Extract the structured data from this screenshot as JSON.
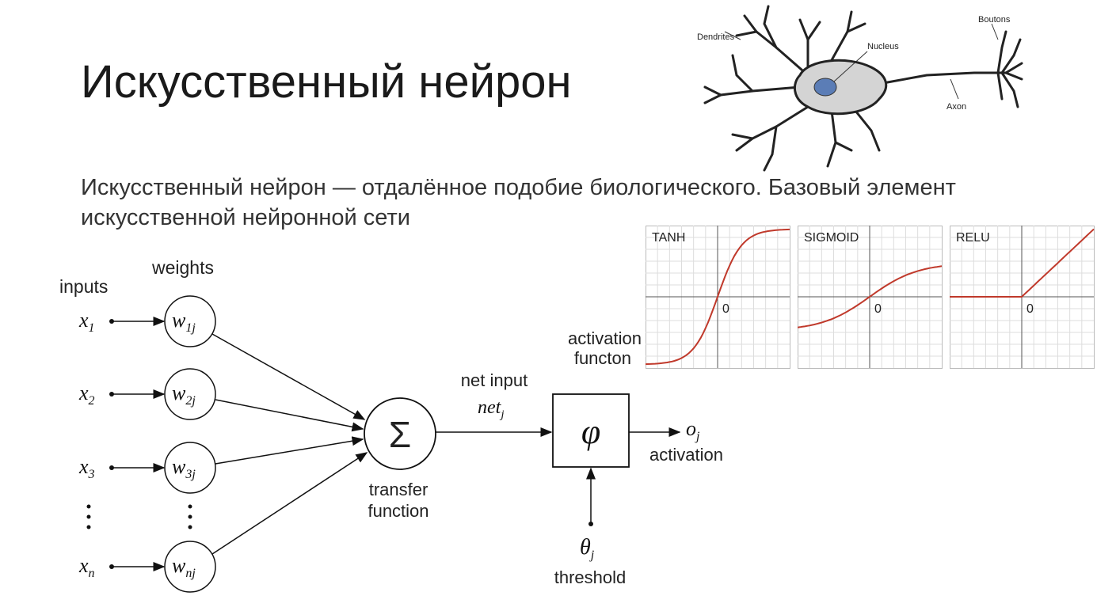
{
  "slide": {
    "title": "Искусственный нейрон",
    "subtitle": "Искусственный нейрон — отдалённое подобие биологического. Базовый элемент искусственной нейронной сети"
  },
  "neuron_sketch": {
    "dendrites": "Dendrites",
    "nucleus": "Nucleus",
    "boutons": "Boutons",
    "axon": "Axon",
    "body_color": "#d4d4d4",
    "nucleus_color": "#5b7db6"
  },
  "perceptron": {
    "inputs_label": "inputs",
    "weights_label": "weights",
    "inputs": [
      {
        "x": "x",
        "sub": "1",
        "w": "w",
        "wsub": "1j"
      },
      {
        "x": "x",
        "sub": "2",
        "w": "w",
        "wsub": "2j"
      },
      {
        "x": "x",
        "sub": "3",
        "w": "w",
        "wsub": "3j"
      },
      {
        "x": "x",
        "sub": "n",
        "w": "w",
        "wsub": "nj"
      }
    ],
    "sum_symbol": "Σ",
    "transfer_label_1": "transfer",
    "transfer_label_2": "function",
    "net_input_label": "net input",
    "net_symbol": "net",
    "net_sub": "j",
    "phi_symbol": "φ",
    "activation_function_label_1": "activation",
    "activation_function_label_2": "functon",
    "output_symbol": "o",
    "output_sub": "j",
    "activation_label": "activation",
    "threshold_symbol": "θ",
    "threshold_sub": "j",
    "threshold_label": "threshold"
  },
  "activation_plots": [
    {
      "name": "TANH",
      "type": "tanh",
      "zero_label": "0"
    },
    {
      "name": "SIGMOID",
      "type": "sigmoid",
      "zero_label": "0"
    },
    {
      "name": "RELU",
      "type": "relu",
      "zero_label": "0"
    }
  ],
  "colors": {
    "curve": "#c0392b",
    "grid": "#dddddd",
    "axis": "#555555"
  }
}
